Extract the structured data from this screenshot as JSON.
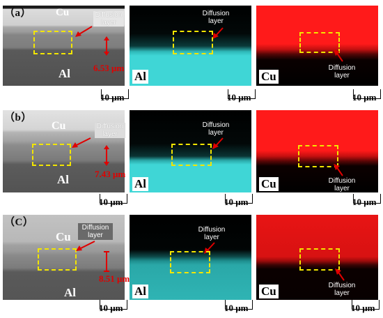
{
  "rows": [
    {
      "label": "（a）",
      "sem": {
        "top_element": "Cu",
        "bottom_element": "Al",
        "annotation": "Diffusion layer",
        "thickness": "6.53 μm"
      },
      "al_map": {
        "element": "Al",
        "annotation": "Diffusion layer"
      },
      "cu_map": {
        "element": "Cu",
        "annotation": "Diffusion layer"
      },
      "scalebar": "10 μm"
    },
    {
      "label": "（b）",
      "sem": {
        "top_element": "Cu",
        "bottom_element": "Al",
        "annotation": "Diffusion layer",
        "thickness": "7.43 μm"
      },
      "al_map": {
        "element": "Al",
        "annotation": "Diffusion layer"
      },
      "cu_map": {
        "element": "Cu",
        "annotation": "Diffusion layer"
      },
      "scalebar": "10 μm"
    },
    {
      "label": "（C）",
      "sem": {
        "top_element": "Cu",
        "bottom_element": "Al",
        "annotation": "Diffusion layer",
        "thickness": "8.51 μm"
      },
      "al_map": {
        "element": "Al",
        "annotation": "Diffusion layer"
      },
      "cu_map": {
        "element": "Cu",
        "annotation": "Diffusion layer"
      },
      "scalebar": "10 μm"
    }
  ],
  "colors": {
    "al_map": "#3fd6d6",
    "cu_map": "#ff1a1a",
    "box": "#f3e600",
    "arrow": "#e00000",
    "thickness_text": "#e00000"
  }
}
